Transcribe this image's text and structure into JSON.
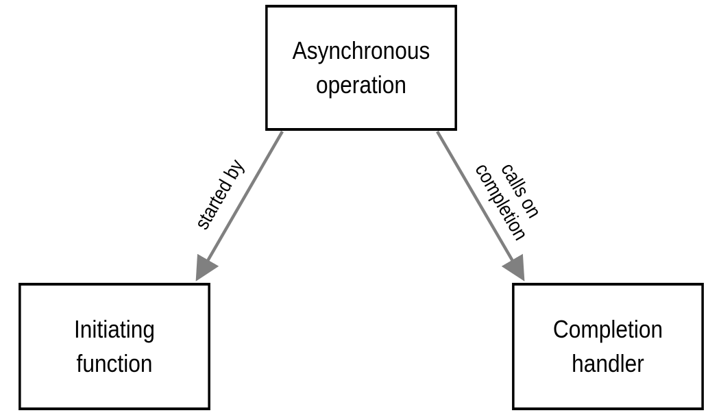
{
  "nodes": {
    "async_operation": {
      "lines": [
        "Asynchronous",
        "operation"
      ]
    },
    "initiating_function": {
      "lines": [
        "Initiating",
        "function"
      ]
    },
    "completion_handler": {
      "lines": [
        "Completion",
        "handler"
      ]
    }
  },
  "edges": {
    "started_by": {
      "label_lines": [
        "started by"
      ]
    },
    "calls_on_completion": {
      "label_lines": [
        "calls on",
        "completion"
      ]
    }
  },
  "colors": {
    "box_border": "#000000",
    "arrow": "#808080",
    "text": "#000000",
    "background": "#ffffff"
  }
}
